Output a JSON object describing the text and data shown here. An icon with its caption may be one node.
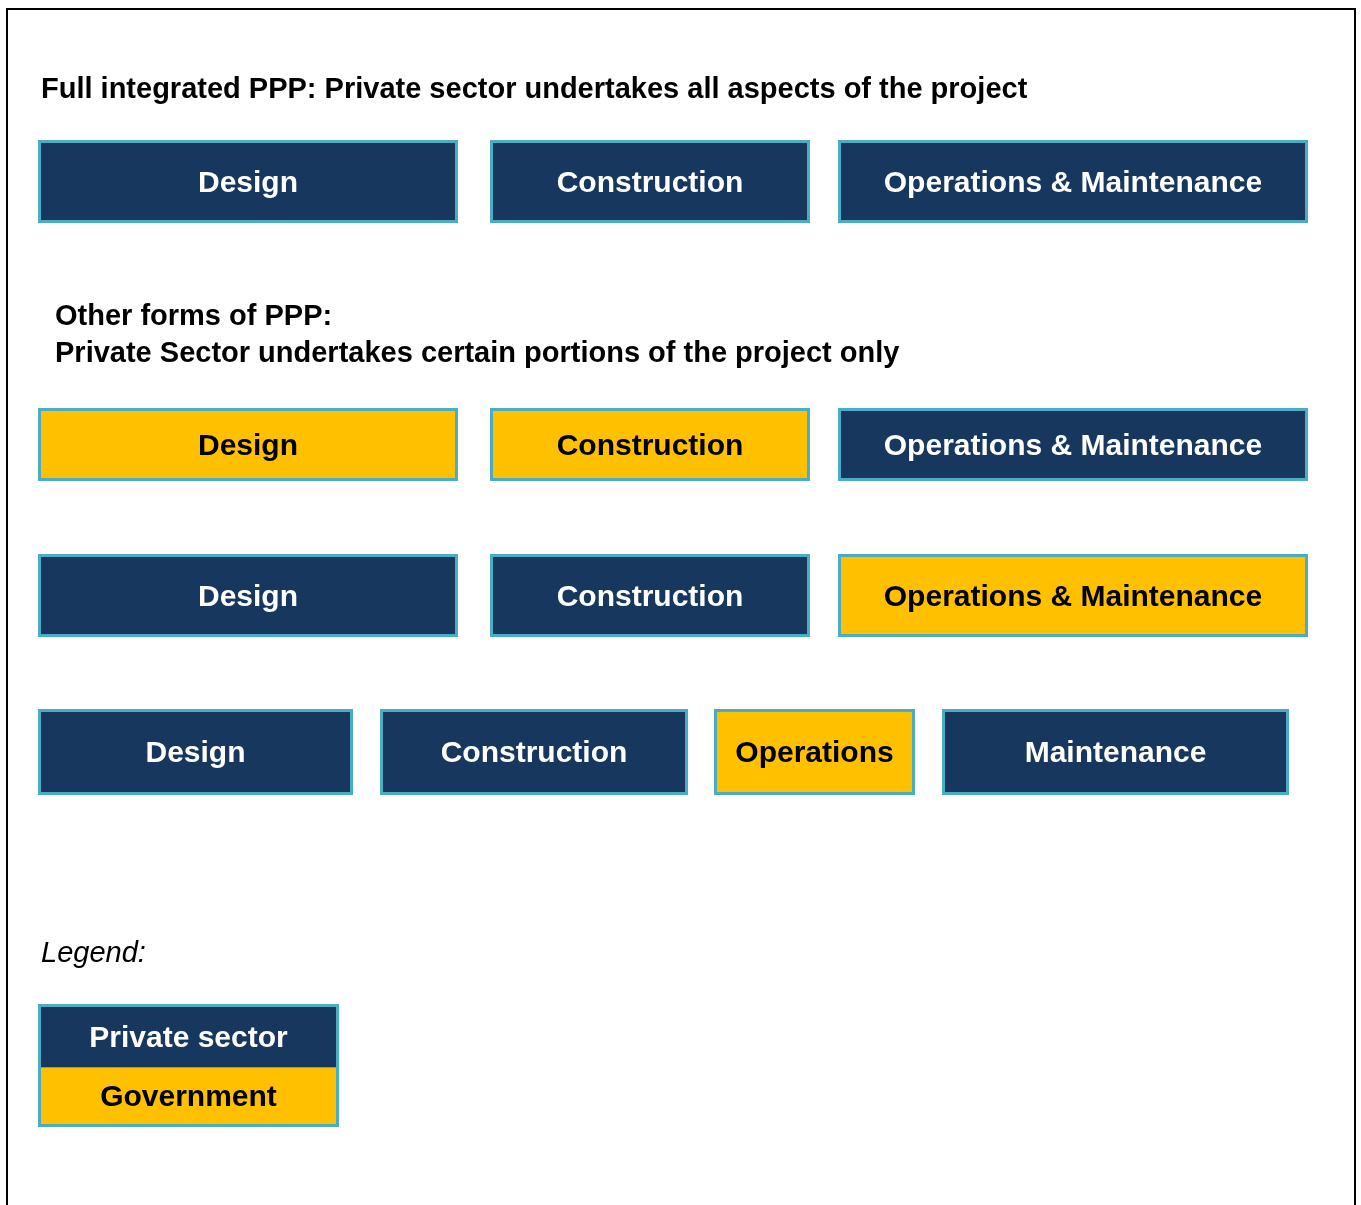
{
  "diagram": {
    "nodes": [
      {
        "text": [
          "Design"
        ]
      },
      {
        "text": [
          "Construction"
        ]
      },
      {
        "text": [
          "Operations & Maintenance"
        ]
      },
      {
        "text": [
          "Design"
        ]
      },
      {
        "text": [
          "Construction"
        ]
      },
      {
        "text": [
          "Operations & Maintenance"
        ]
      },
      {
        "text": [
          "Design"
        ]
      },
      {
        "text": [
          "Construction"
        ]
      },
      {
        "text": [
          "Operations & Maintenance"
        ]
      },
      {
        "text": [
          "Design"
        ]
      },
      {
        "text": [
          "Construction"
        ]
      },
      {
        "text": [
          "Operations"
        ]
      },
      {
        "text": [
          "Maintenance"
        ]
      }
    ],
    "labels": [
      "Full integrated PPP: Private sector undertakes all aspects of the project",
      "Other forms of PPP:",
      "Private Sector undertakes certain portions of the project only",
      "Legend:"
    ],
    "legend": [
      {
        "text": "Private sector",
        "color": "#17375e"
      },
      {
        "text": "Government",
        "color": "#ffc000"
      }
    ]
  }
}
